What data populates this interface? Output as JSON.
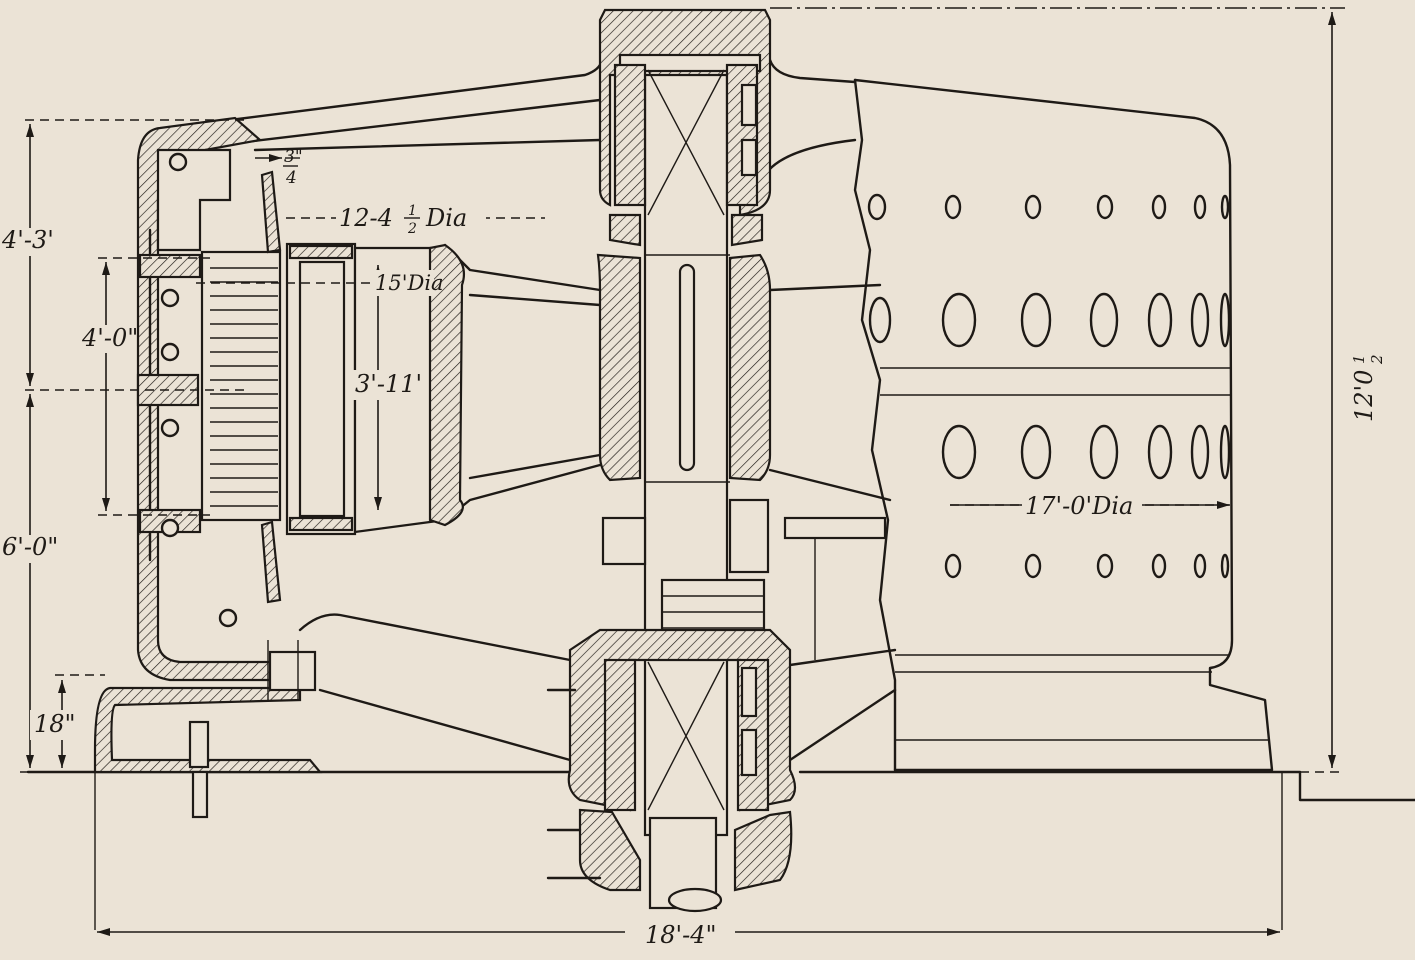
{
  "dimensions": {
    "top_section_height": "4'-3'",
    "bottom_section_height": "6'-0\"",
    "stator_core_height": "4'-0\"",
    "rotor_pole_length": "3'-11'",
    "overall_height": "12'0",
    "overall_height_fraction_num": "1",
    "overall_height_fraction_den": "2",
    "base_height": "18\"",
    "overall_width": "18'-4\"",
    "outer_diameter": "17'-0'Dia",
    "air_gap_num": "3\"",
    "air_gap_den": "4",
    "bolt_circle_prefix": "12-4",
    "bolt_circle_num": "1",
    "bolt_circle_den": "2",
    "bolt_circle_suffix": "Dia",
    "rotor_diameter": "15'Dia"
  }
}
